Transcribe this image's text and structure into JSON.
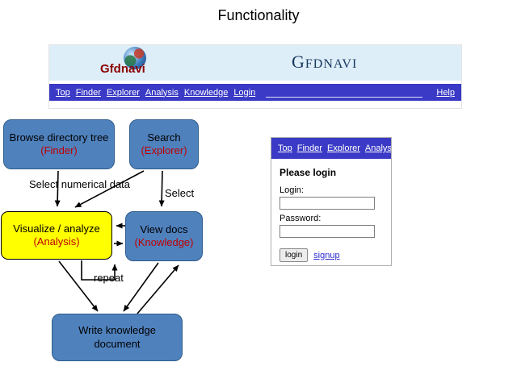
{
  "page": {
    "title": "Functionality"
  },
  "browser": {
    "logo_text": "Gfdnavi",
    "brand_initial": "G",
    "brand_rest": "FDNAVI",
    "nav": {
      "links": [
        "Top",
        "Finder",
        "Explorer",
        "Analysis",
        "Knowledge",
        "Login"
      ],
      "help": "Help"
    }
  },
  "flowchart": {
    "boxes": {
      "finder": {
        "label": "Browse directory tree",
        "paren": "(Finder)"
      },
      "explorer": {
        "label": "Search",
        "paren": "(Explorer)"
      },
      "analysis": {
        "label": "Visualize / analyze",
        "paren": "(Analysis)"
      },
      "knowledge": {
        "label": "View docs",
        "paren": "(Knowledge)"
      },
      "write": {
        "label": "Write knowledge document"
      }
    },
    "labels": {
      "select_numerical": "Select numerical data",
      "select": "Select",
      "repeat": "repeat"
    }
  },
  "login_panel": {
    "nav_links": [
      "Top",
      "Finder",
      "Explorer",
      "Analys"
    ],
    "heading": "Please login",
    "login_label": "Login:",
    "password_label": "Password:",
    "login_value": "",
    "password_value": "",
    "login_button": "login",
    "signup_link": "signup"
  },
  "colors": {
    "box_blue": "#4f81bd",
    "box_yellow": "#ffff00",
    "paren_red": "#c00000",
    "nav_purple": "#3a3ac6",
    "banner_blue": "#ddeef8",
    "brand_navy": "#17365d",
    "logo_red": "#8b0000"
  }
}
